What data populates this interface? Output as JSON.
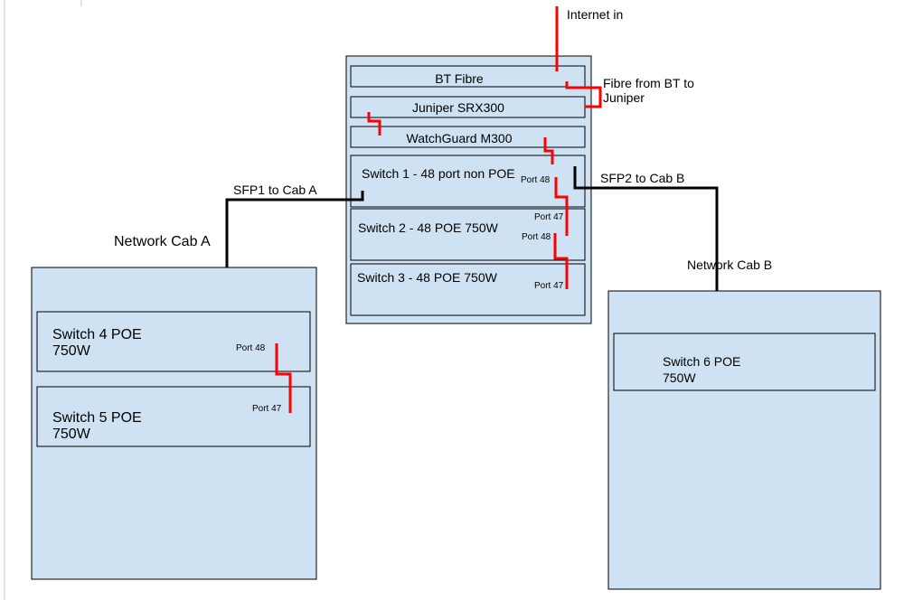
{
  "external": {
    "internet": "Internet in",
    "fibre_note": [
      "Fibre from BT to",
      "Juniper"
    ],
    "sfp1": "SFP1 to Cab A",
    "sfp2": "SFP2 to Cab B",
    "cab_a": "Network Cab A",
    "cab_b": "Network Cab B"
  },
  "main_cab": {
    "bt_fibre": "BT Fibre",
    "juniper": "Juniper SRX300",
    "watchguard": "WatchGuard M300",
    "switch1": {
      "label": "Switch 1 - 48 port non POE",
      "port": "Port 48"
    },
    "switch2": {
      "label": "Switch 2 - 48 POE 750W",
      "port_top": "Port 47",
      "port_bottom": "Port 48"
    },
    "switch3": {
      "label": "Switch 3 - 48 POE 750W",
      "port": "Port 47"
    }
  },
  "cab_a": {
    "switch4": {
      "lines": [
        "Switch 4 POE",
        "750W"
      ],
      "port": "Port 48"
    },
    "switch5": {
      "lines": [
        "Switch 5 POE",
        "750W"
      ],
      "port": "Port 47"
    }
  },
  "cab_b": {
    "switch6": {
      "lines": [
        "Switch 6 POE",
        "750W"
      ]
    }
  },
  "colors": {
    "cabinet_fill": "#cfe2f3",
    "fibre_link": "#ff0000",
    "uplink": "#000000"
  }
}
